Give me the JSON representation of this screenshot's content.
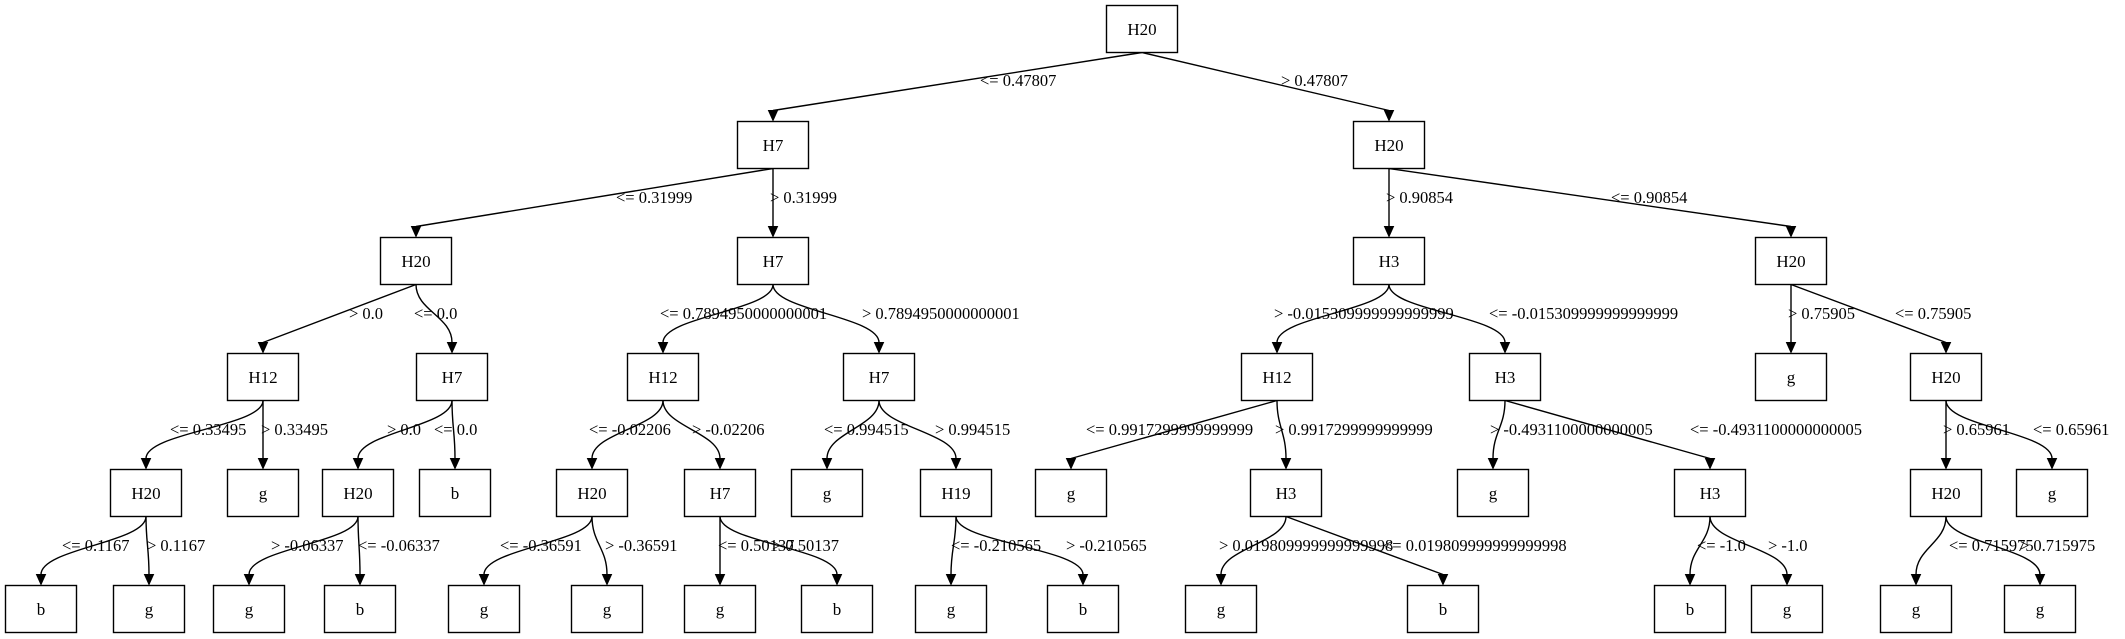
{
  "nodes": [
    {
      "id": "n0",
      "label": "H20"
    },
    {
      "id": "n1",
      "label": "H7"
    },
    {
      "id": "n2",
      "label": "H20"
    },
    {
      "id": "n3",
      "label": "H20"
    },
    {
      "id": "n4",
      "label": "H7"
    },
    {
      "id": "n5",
      "label": "H3"
    },
    {
      "id": "n6",
      "label": "H20"
    },
    {
      "id": "n7",
      "label": "H12"
    },
    {
      "id": "n8",
      "label": "H7"
    },
    {
      "id": "n9",
      "label": "H12"
    },
    {
      "id": "n10",
      "label": "H7"
    },
    {
      "id": "n11",
      "label": "H12"
    },
    {
      "id": "n12",
      "label": "H3"
    },
    {
      "id": "n13",
      "label": "g"
    },
    {
      "id": "n14",
      "label": "H20"
    },
    {
      "id": "n15",
      "label": "H20"
    },
    {
      "id": "n16",
      "label": "g"
    },
    {
      "id": "n17",
      "label": "H20"
    },
    {
      "id": "n18",
      "label": "b"
    },
    {
      "id": "n19",
      "label": "H20"
    },
    {
      "id": "n20",
      "label": "H7"
    },
    {
      "id": "n21",
      "label": "g"
    },
    {
      "id": "n22",
      "label": "H19"
    },
    {
      "id": "n23",
      "label": "g"
    },
    {
      "id": "n24",
      "label": "H3"
    },
    {
      "id": "n25",
      "label": "g"
    },
    {
      "id": "n26",
      "label": "H3"
    },
    {
      "id": "n27",
      "label": "H20"
    },
    {
      "id": "n28",
      "label": "g"
    },
    {
      "id": "n29",
      "label": "b"
    },
    {
      "id": "n30",
      "label": "g"
    },
    {
      "id": "n31",
      "label": "g"
    },
    {
      "id": "n32",
      "label": "b"
    },
    {
      "id": "n33",
      "label": "g"
    },
    {
      "id": "n34",
      "label": "g"
    },
    {
      "id": "n35",
      "label": "g"
    },
    {
      "id": "n36",
      "label": "b"
    },
    {
      "id": "n37",
      "label": "g"
    },
    {
      "id": "n38",
      "label": "b"
    },
    {
      "id": "n39",
      "label": "g"
    },
    {
      "id": "n40",
      "label": "b"
    },
    {
      "id": "n41",
      "label": "b"
    },
    {
      "id": "n42",
      "label": "g"
    },
    {
      "id": "n43",
      "label": "g"
    },
    {
      "id": "n44",
      "label": "g"
    }
  ],
  "edges": [
    {
      "from": "n0",
      "to": "n1",
      "label": "<= 0.47807"
    },
    {
      "from": "n0",
      "to": "n2",
      "label": "> 0.47807"
    },
    {
      "from": "n1",
      "to": "n3",
      "label": "<= 0.31999"
    },
    {
      "from": "n1",
      "to": "n4",
      "label": "> 0.31999"
    },
    {
      "from": "n2",
      "to": "n5",
      "label": "> 0.90854"
    },
    {
      "from": "n2",
      "to": "n6",
      "label": "<= 0.90854"
    },
    {
      "from": "n3",
      "to": "n7",
      "label": "> 0.0"
    },
    {
      "from": "n3",
      "to": "n8",
      "label": "<= 0.0"
    },
    {
      "from": "n4",
      "to": "n9",
      "label": "<= 0.7894950000000001"
    },
    {
      "from": "n4",
      "to": "n10",
      "label": "> 0.7894950000000001"
    },
    {
      "from": "n5",
      "to": "n11",
      "label": "> -0.015309999999999999"
    },
    {
      "from": "n5",
      "to": "n12",
      "label": "<= -0.015309999999999999"
    },
    {
      "from": "n6",
      "to": "n13",
      "label": "> 0.75905"
    },
    {
      "from": "n6",
      "to": "n14",
      "label": "<= 0.75905"
    },
    {
      "from": "n7",
      "to": "n15",
      "label": "<= 0.33495"
    },
    {
      "from": "n7",
      "to": "n16",
      "label": "> 0.33495"
    },
    {
      "from": "n8",
      "to": "n17",
      "label": "> 0.0"
    },
    {
      "from": "n8",
      "to": "n18",
      "label": "<= 0.0"
    },
    {
      "from": "n9",
      "to": "n19",
      "label": "<= -0.02206"
    },
    {
      "from": "n9",
      "to": "n20",
      "label": "> -0.02206"
    },
    {
      "from": "n10",
      "to": "n21",
      "label": "<= 0.994515"
    },
    {
      "from": "n10",
      "to": "n22",
      "label": "> 0.994515"
    },
    {
      "from": "n11",
      "to": "n23",
      "label": "<= 0.9917299999999999"
    },
    {
      "from": "n11",
      "to": "n24",
      "label": "> 0.9917299999999999"
    },
    {
      "from": "n12",
      "to": "n25",
      "label": "> -0.4931100000000005"
    },
    {
      "from": "n12",
      "to": "n26",
      "label": "<= -0.4931100000000005"
    },
    {
      "from": "n14",
      "to": "n27",
      "label": "> 0.65961"
    },
    {
      "from": "n14",
      "to": "n28",
      "label": "<= 0.65961"
    },
    {
      "from": "n15",
      "to": "n29",
      "label": "<= 0.1167"
    },
    {
      "from": "n15",
      "to": "n30",
      "label": "> 0.1167"
    },
    {
      "from": "n17",
      "to": "n31",
      "label": "> -0.06337"
    },
    {
      "from": "n17",
      "to": "n32",
      "label": "<= -0.06337"
    },
    {
      "from": "n19",
      "to": "n33",
      "label": "<= -0.36591"
    },
    {
      "from": "n19",
      "to": "n34",
      "label": "> -0.36591"
    },
    {
      "from": "n20",
      "to": "n35",
      "label": "<= 0.50137"
    },
    {
      "from": "n20",
      "to": "n36",
      "label": "> 0.50137"
    },
    {
      "from": "n22",
      "to": "n37",
      "label": "<= -0.210565"
    },
    {
      "from": "n22",
      "to": "n38",
      "label": "> -0.210565"
    },
    {
      "from": "n24",
      "to": "n39",
      "label": "> 0.019809999999999998"
    },
    {
      "from": "n24",
      "to": "n40",
      "label": "<= 0.019809999999999998"
    },
    {
      "from": "n26",
      "to": "n41",
      "label": "<= -1.0"
    },
    {
      "from": "n26",
      "to": "n42",
      "label": "> -1.0"
    },
    {
      "from": "n27",
      "to": "n43",
      "label": "<= 0.715975"
    },
    {
      "from": "n27",
      "to": "n44",
      "label": "> 0.715975"
    }
  ]
}
